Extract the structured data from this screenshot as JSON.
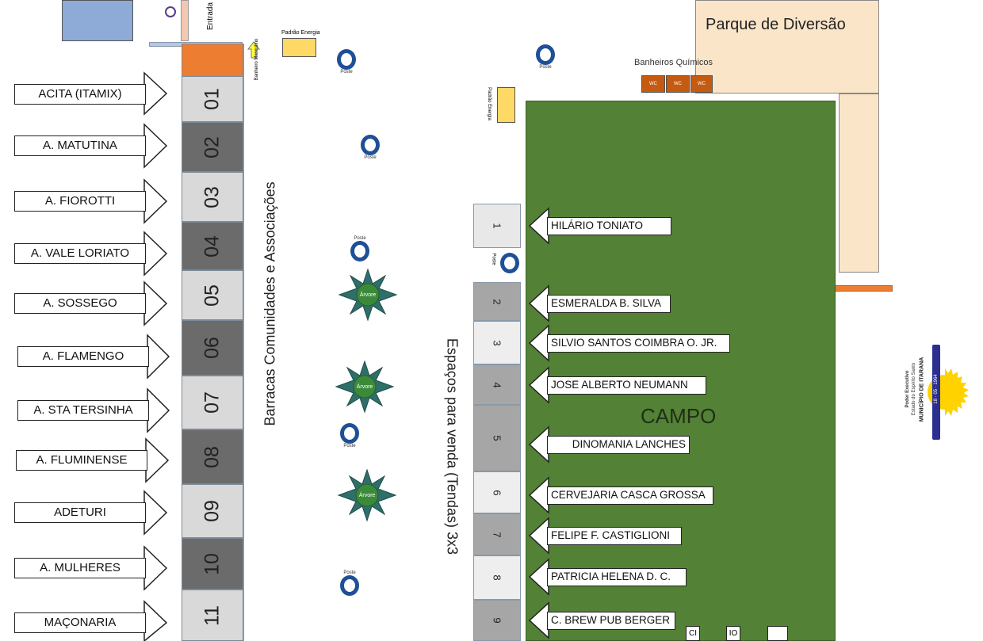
{
  "map": {
    "entrance_label": "Entrada",
    "padrao_energia_top": "Padrão Energia",
    "padrao_energia_mid": "Padrão Energia",
    "banheiro_label": "Banheiro Masculino",
    "parque": "Parque de Diversão",
    "banheiros_quimicos": "Banheiros Químicos",
    "wc_label": "WC",
    "poste_label": "Poste",
    "arvore_label": "Árvore",
    "campo": "CAMPO",
    "barracas_title": "Barracas Comunidades e Associações",
    "espacos_title": "Espaços para venda (Tendas) 3x3",
    "logo_date": "18 · 05 · 1964",
    "logo_name": "MUNICÍPIO DE ITARANA",
    "logo_state": "Estado do Espírito Santo",
    "logo_power": "Poder Executivo",
    "bottom_box_1": "CI",
    "bottom_box_2": "IO"
  },
  "stalls": [
    {
      "number": "01",
      "association": "ACITA (ITAMIX)"
    },
    {
      "number": "02",
      "association": "A. MATUTINA"
    },
    {
      "number": "03",
      "association": "A. FIOROTTI"
    },
    {
      "number": "04",
      "association": "A. VALE LORIATO"
    },
    {
      "number": "05",
      "association": "A. SOSSEGO"
    },
    {
      "number": "06",
      "association": "A. FLAMENGO"
    },
    {
      "number": "07",
      "association": "A. STA  TERSINHA"
    },
    {
      "number": "08",
      "association": "A. FLUMINENSE"
    },
    {
      "number": "09",
      "association": "ADETURI"
    },
    {
      "number": "10",
      "association": "A. MULHERES"
    },
    {
      "number": "11",
      "association": "MAÇONARIA"
    }
  ],
  "tents": [
    {
      "number": "1",
      "vendor": "HILÁRIO TONIATO"
    },
    {
      "number": "2",
      "vendor": "ESMERALDA B. SILVA"
    },
    {
      "number": "3",
      "vendor": "SILVIO SANTOS COIMBRA O. JR."
    },
    {
      "number": "4",
      "vendor": "JOSE ALBERTO NEUMANN"
    },
    {
      "number": "5",
      "vendor": "DINOMANIA LANCHES"
    },
    {
      "number": "6",
      "vendor": "CERVEJARIA CASCA GROSSA"
    },
    {
      "number": "7",
      "vendor": "FELIPE F. CASTIGLIONI"
    },
    {
      "number": "8",
      "vendor": "PATRICIA HELENA D. C."
    },
    {
      "number": "9",
      "vendor": "C. BREW PUB BERGER"
    }
  ],
  "colors": {
    "field": "#538135",
    "stall_light": "#d9d9d9",
    "stall_dark": "#6b6b6b",
    "parque": "#fbe5c8",
    "entrance": "#ed7d31",
    "poste": "#1f4f96"
  }
}
